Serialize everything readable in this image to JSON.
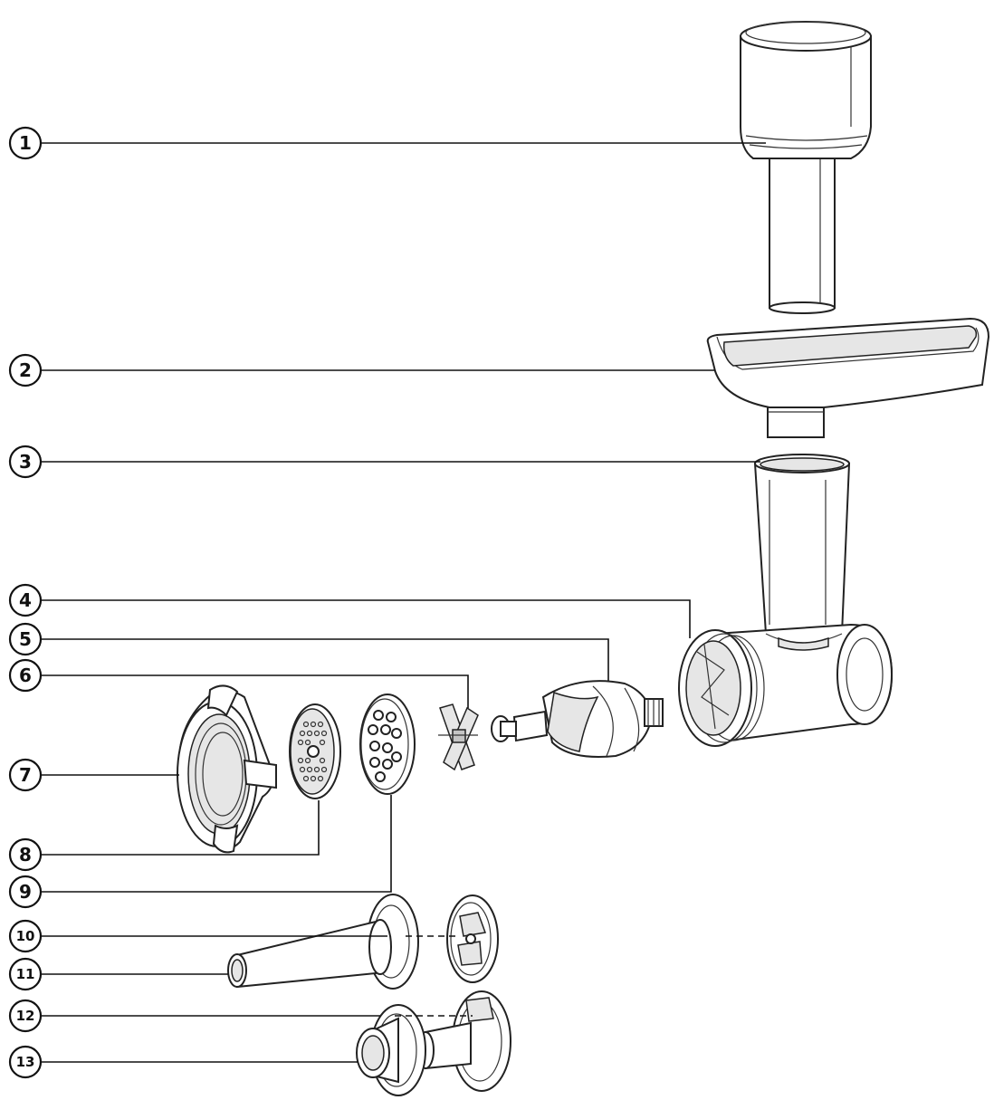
{
  "callouts": [
    {
      "label": "1",
      "target": "feeding-tube"
    },
    {
      "label": "2",
      "target": "feeding-tray"
    },
    {
      "label": "3",
      "target": "housing-neck"
    },
    {
      "label": "4",
      "target": "grinder-housing"
    },
    {
      "label": "5",
      "target": "auger-screw"
    },
    {
      "label": "6",
      "target": "cross-blade"
    },
    {
      "label": "7",
      "target": "locking-ring"
    },
    {
      "label": "8",
      "target": "fine-disc"
    },
    {
      "label": "9",
      "target": "coarse-disc"
    },
    {
      "label": "10",
      "target": "sausage-separator"
    },
    {
      "label": "11",
      "target": "sausage-nozzle"
    },
    {
      "label": "12",
      "target": "kibbe-separator"
    },
    {
      "label": "13",
      "target": "kibbe-cone"
    }
  ]
}
